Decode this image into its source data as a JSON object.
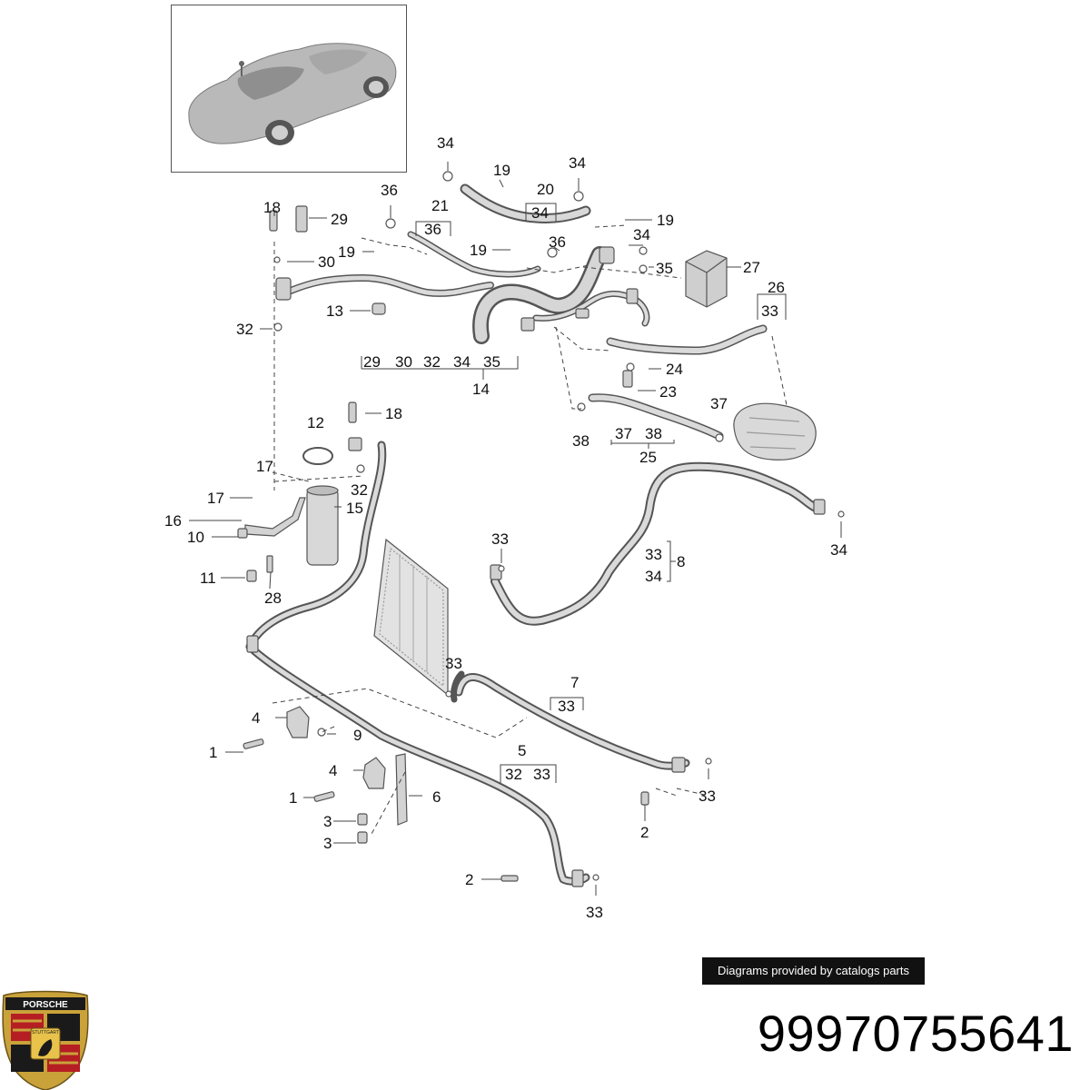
{
  "callouts": [
    {
      "id": "c1",
      "label": "34"
    },
    {
      "id": "c2",
      "label": "19"
    },
    {
      "id": "c3",
      "label": "34"
    },
    {
      "id": "c4",
      "label": "20"
    },
    {
      "id": "c5",
      "label": "34"
    },
    {
      "id": "c6",
      "label": "36"
    },
    {
      "id": "c7",
      "label": "21"
    },
    {
      "id": "c8",
      "label": "36"
    },
    {
      "id": "c9",
      "label": "19"
    },
    {
      "id": "c10",
      "label": "18"
    },
    {
      "id": "c11",
      "label": "29"
    },
    {
      "id": "c12",
      "label": "19"
    },
    {
      "id": "c13",
      "label": "19"
    },
    {
      "id": "c14",
      "label": "36"
    },
    {
      "id": "c15",
      "label": "34"
    },
    {
      "id": "c16",
      "label": "35"
    },
    {
      "id": "c17",
      "label": "27"
    },
    {
      "id": "c18",
      "label": "30"
    },
    {
      "id": "c19",
      "label": "26"
    },
    {
      "id": "c20",
      "label": "33"
    },
    {
      "id": "c21",
      "label": "13"
    },
    {
      "id": "c22",
      "label": "32"
    },
    {
      "id": "c23",
      "label": "29"
    },
    {
      "id": "c24",
      "label": "30"
    },
    {
      "id": "c25",
      "label": "32"
    },
    {
      "id": "c26",
      "label": "34"
    },
    {
      "id": "c27",
      "label": "35"
    },
    {
      "id": "c28",
      "label": "14"
    },
    {
      "id": "c29",
      "label": "24"
    },
    {
      "id": "c30",
      "label": "23"
    },
    {
      "id": "c31",
      "label": "37"
    },
    {
      "id": "c32",
      "label": "38"
    },
    {
      "id": "c33",
      "label": "37"
    },
    {
      "id": "c34",
      "label": "38"
    },
    {
      "id": "c35",
      "label": "25"
    },
    {
      "id": "c36",
      "label": "18"
    },
    {
      "id": "c37",
      "label": "12"
    },
    {
      "id": "c38",
      "label": "17"
    },
    {
      "id": "c39",
      "label": "32"
    },
    {
      "id": "c40",
      "label": "17"
    },
    {
      "id": "c41",
      "label": "15"
    },
    {
      "id": "c42",
      "label": "16"
    },
    {
      "id": "c43",
      "label": "10"
    },
    {
      "id": "c44",
      "label": "11"
    },
    {
      "id": "c45",
      "label": "28"
    },
    {
      "id": "c46",
      "label": "33"
    },
    {
      "id": "c47",
      "label": "33"
    },
    {
      "id": "c48",
      "label": "8"
    },
    {
      "id": "c49",
      "label": "34"
    },
    {
      "id": "c50",
      "label": "34"
    },
    {
      "id": "c51",
      "label": "33"
    },
    {
      "id": "c52",
      "label": "7"
    },
    {
      "id": "c53",
      "label": "33"
    },
    {
      "id": "c54",
      "label": "4"
    },
    {
      "id": "c55",
      "label": "9"
    },
    {
      "id": "c56",
      "label": "1"
    },
    {
      "id": "c57",
      "label": "5"
    },
    {
      "id": "c58",
      "label": "32"
    },
    {
      "id": "c59",
      "label": "33"
    },
    {
      "id": "c60",
      "label": "4"
    },
    {
      "id": "c61",
      "label": "6"
    },
    {
      "id": "c62",
      "label": "1"
    },
    {
      "id": "c63",
      "label": "33"
    },
    {
      "id": "c64",
      "label": "3"
    },
    {
      "id": "c65",
      "label": "2"
    },
    {
      "id": "c66",
      "label": "3"
    },
    {
      "id": "c67",
      "label": "2"
    },
    {
      "id": "c68",
      "label": "33"
    }
  ],
  "credit_text": "Diagrams provided by catalogs parts",
  "part_number": "99970755641",
  "crest_text": "PORSCHE",
  "crest_city": "STUTTGART",
  "colors": {
    "part_fill": "#d4d4d4",
    "part_stroke": "#5a5a5a",
    "leader": "#444444",
    "credit_bg": "#111111",
    "text": "#111111"
  }
}
